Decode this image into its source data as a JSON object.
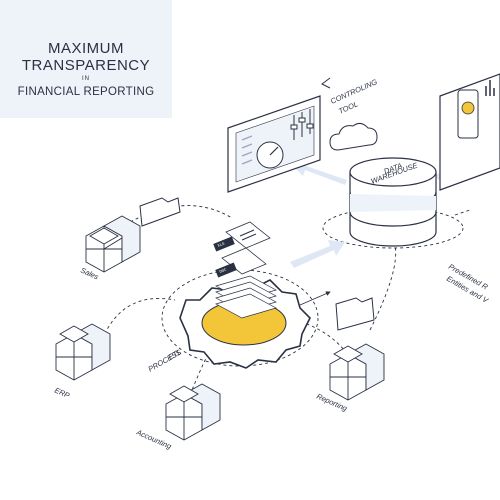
{
  "title": {
    "line1": "MAXIMUM",
    "line2": "TRANSPARENCY",
    "line3": "IN",
    "line4": "FINANCIAL REPORTING"
  },
  "labels": {
    "controlling_tool_1": "CONTROLING",
    "controlling_tool_2": "TOOL",
    "data_warehouse_1": "DATA",
    "data_warehouse_2": "WAREHOUSE",
    "etl_1": "ETL",
    "etl_2": "PROCESS",
    "sales": "Sales",
    "erp": "ERP",
    "accounting": "Accounting",
    "reporting": "Reporting",
    "predefined_1": "Predefined R",
    "predefined_2": "Entities and V",
    "doc_xls": "XLS",
    "doc_doc": "DOC"
  },
  "colors": {
    "ink": "#2a3142",
    "accent": "#f3c63a",
    "panel": "#eef2f9",
    "shade": "#dfe7f4"
  }
}
